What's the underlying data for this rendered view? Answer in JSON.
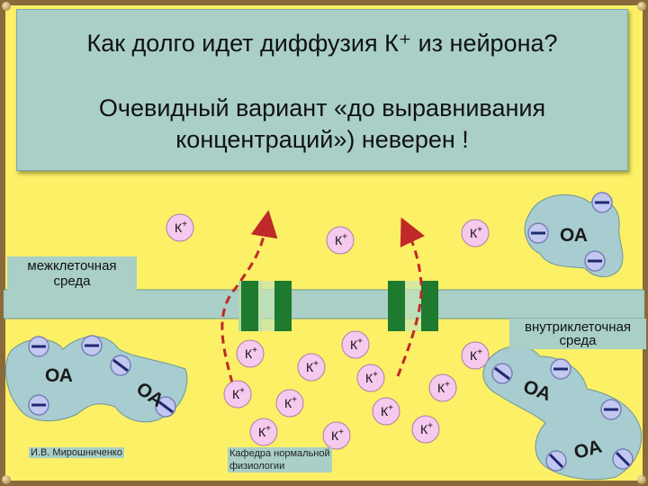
{
  "title": "Как долго идет диффузия К⁺ из нейрона?",
  "subtitle_line1": "Очевидный вариант «до выравнивания",
  "subtitle_line2": "концентраций») неверен !",
  "label_extracellular": [
    "межклеточная",
    "среда"
  ],
  "label_intracellular": [
    "внутриклеточная",
    "среда"
  ],
  "ion_label": "К",
  "ion_charge": "+",
  "anion_label": "ОА",
  "author": "И.В. Мирошниченко",
  "department_line1": "Кафедра нормальной",
  "department_line2": "физиологии",
  "colors": {
    "background": "#fbf066",
    "title_box": "#a9cfc7",
    "membrane": "#a9cfc7",
    "channel": "#1e7a2e",
    "ion_fill": "#f6c9ee",
    "arrow": "#c0282a",
    "anion_blob": "#a8cdd0",
    "minus_circle": "#c3c8f0"
  }
}
